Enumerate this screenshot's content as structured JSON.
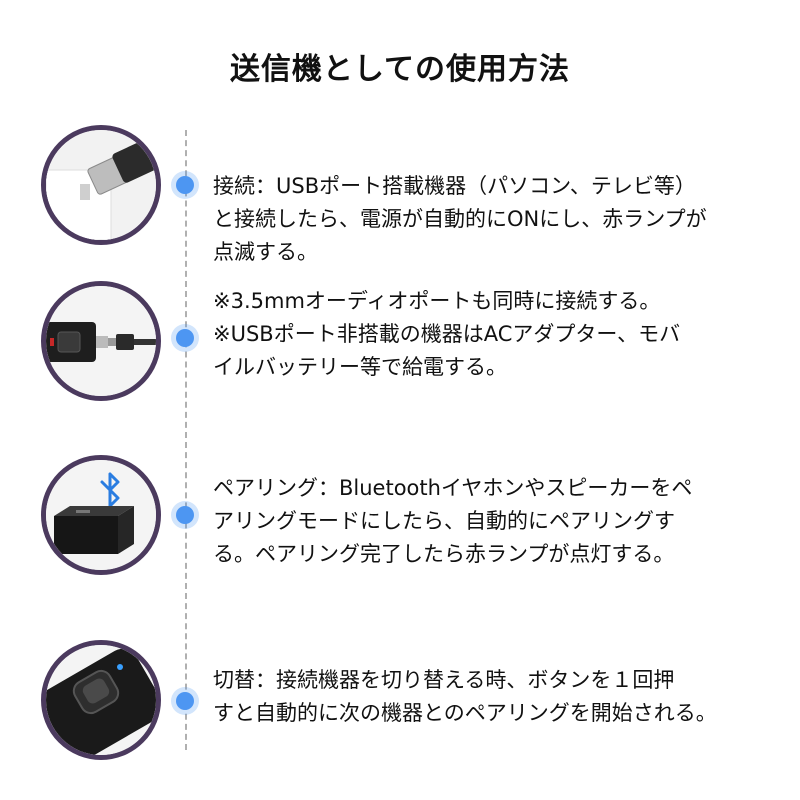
{
  "title": "送信機としての使用方法",
  "steps": [
    {
      "icon": "usb-plug-icon",
      "lines": [
        "接続：USBポート搭載機器（パソコン、テレビ等）",
        "と接続したら、電源が自動的にONにし、赤ランプが",
        "点滅する。"
      ]
    },
    {
      "icon": "audio-jack-icon",
      "lines": [
        "※3.5mmオーディオポートも同時に接続する。",
        "※USBポート非搭載の機器はACアダプター、モバ",
        "イルバッテリー等で給電する。"
      ]
    },
    {
      "icon": "bluetooth-speaker-icon",
      "lines": [
        "ペアリング：Bluetoothイヤホンやスピーカーをペ",
        "アリングモードにしたら、自動的にペアリングす",
        "る。ペアリング完了したら赤ランプが点灯する。"
      ]
    },
    {
      "icon": "device-button-icon",
      "lines": [
        "切替：接続機器を切り替える時、ボタンを１回押",
        "すと自動的に次の機器とのペアリングを開始される。"
      ]
    }
  ],
  "colors": {
    "accent": "#4d96f2",
    "circle_border": "#4b3a5e",
    "led_red": "#c62828",
    "led_blue": "#39a0ff",
    "bluetooth": "#2a7de1"
  }
}
